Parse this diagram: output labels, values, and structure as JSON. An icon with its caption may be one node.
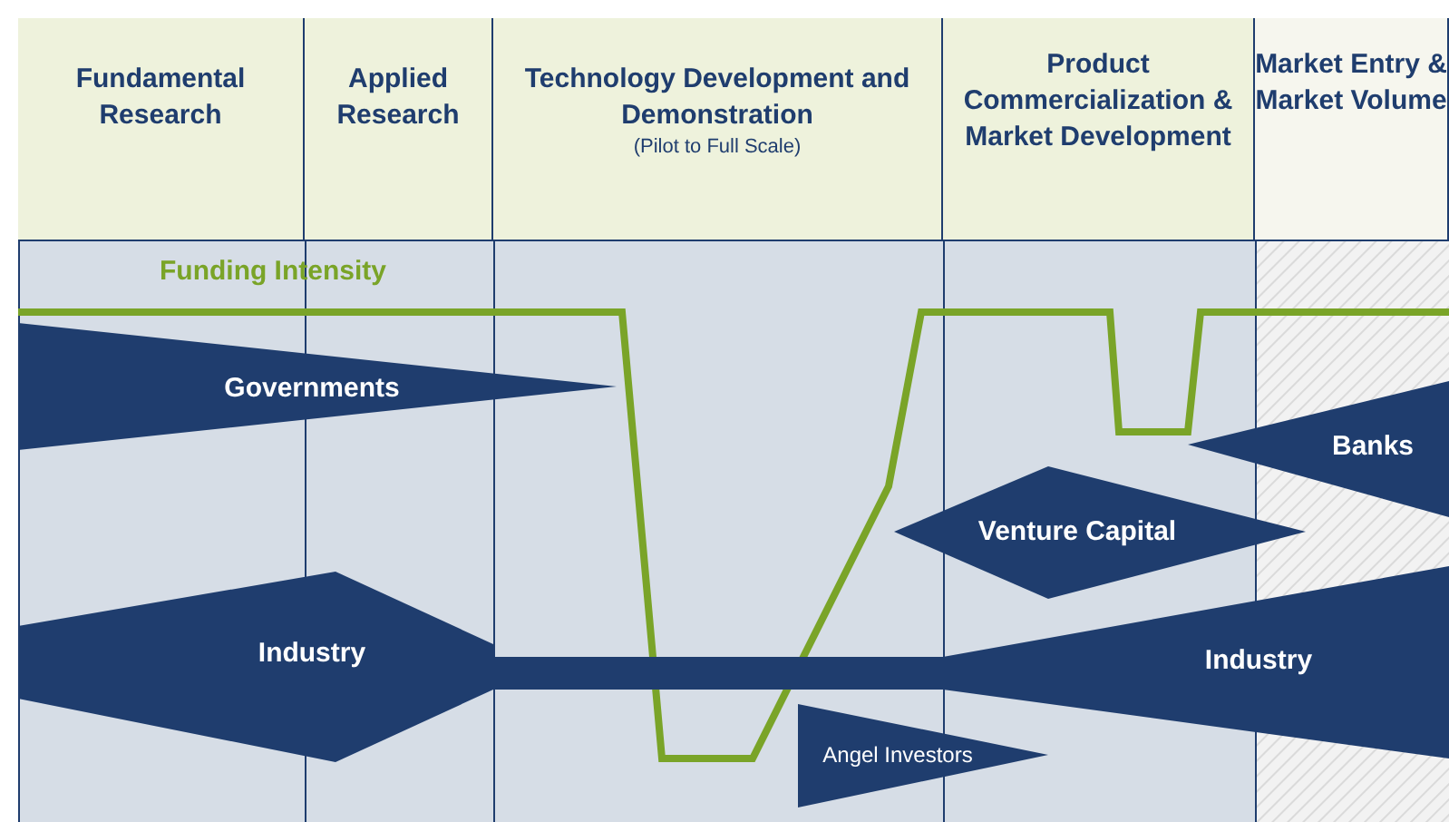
{
  "diagram": {
    "nodes": [
      {
        "text": [
          "Fundamental Research"
        ]
      },
      {
        "text": [
          "Applied Research"
        ]
      },
      {
        "text": [
          "Technology Development and Demonstration",
          "(Pilot to Full Scale)"
        ]
      },
      {
        "text": [
          "Product Commercialization & Market Development"
        ]
      },
      {
        "text": [
          "Market Entry & Market Volume"
        ]
      },
      {
        "text": [
          "Governments"
        ]
      },
      {
        "text": [
          "Banks"
        ]
      },
      {
        "text": [
          "Venture Capital"
        ]
      },
      {
        "text": [
          "Industry"
        ]
      },
      {
        "text": [
          "Industry"
        ]
      },
      {
        "text": [
          "Angel Investors"
        ]
      }
    ],
    "edges": [],
    "labels": [
      "Funding Intensity"
    ]
  }
}
